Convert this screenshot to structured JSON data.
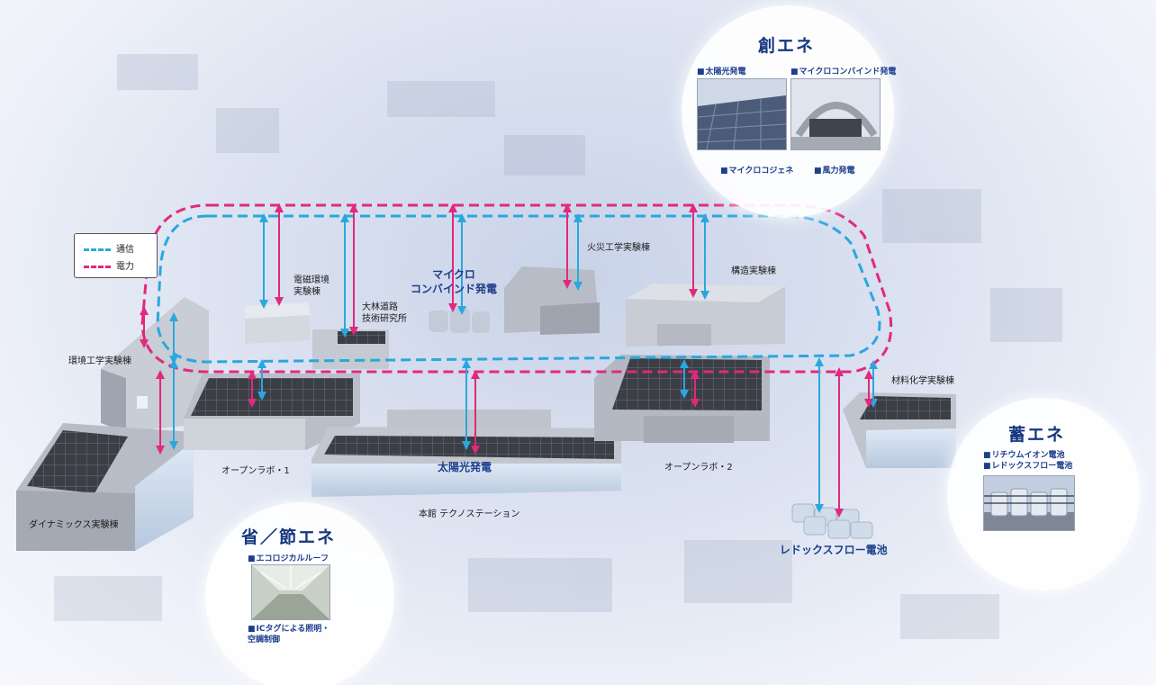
{
  "colors": {
    "comm": "#2aa7df",
    "power": "#e2287f",
    "accent_text": "#1c3e8c"
  },
  "legend": {
    "comm_label": "通信",
    "power_label": "電力"
  },
  "buildings": {
    "denji": "電磁環境\n実験棟",
    "obayashi": "大林道路\n技術研究所",
    "micro_combined": "マイクロ\nコンバインド発電",
    "fire": "火災工学実験棟",
    "structure": "構造実験棟",
    "env_eng": "環境工学実験棟",
    "material": "材料化学実験棟",
    "open_lab_1": "オープンラボ・1",
    "solar": "太陽光発電",
    "open_lab_2": "オープンラボ・2",
    "dynamics": "ダイナミックス実験棟",
    "main_building": "本館 テクノステーション",
    "redox_battery": "レドックスフロー電池"
  },
  "create_energy": {
    "title": "創エネ",
    "items": [
      "太陽光発電",
      "マイクロコンバインド発電",
      "マイクロコジェネ",
      "風力発電"
    ],
    "icons": [
      "solar-panel-photo",
      "micro-combined-plant-photo"
    ]
  },
  "save_energy": {
    "title": "省／節エネ",
    "items": [
      "エコロジカルルーフ",
      "ICタグによる照明・\n空調制御"
    ],
    "icons": [
      "ecological-roof-photo"
    ]
  },
  "store_energy": {
    "title": "蓄エネ",
    "items": [
      "リチウムイオン電池",
      "レドックスフロー電池"
    ],
    "icons": [
      "battery-facility-photo"
    ]
  }
}
